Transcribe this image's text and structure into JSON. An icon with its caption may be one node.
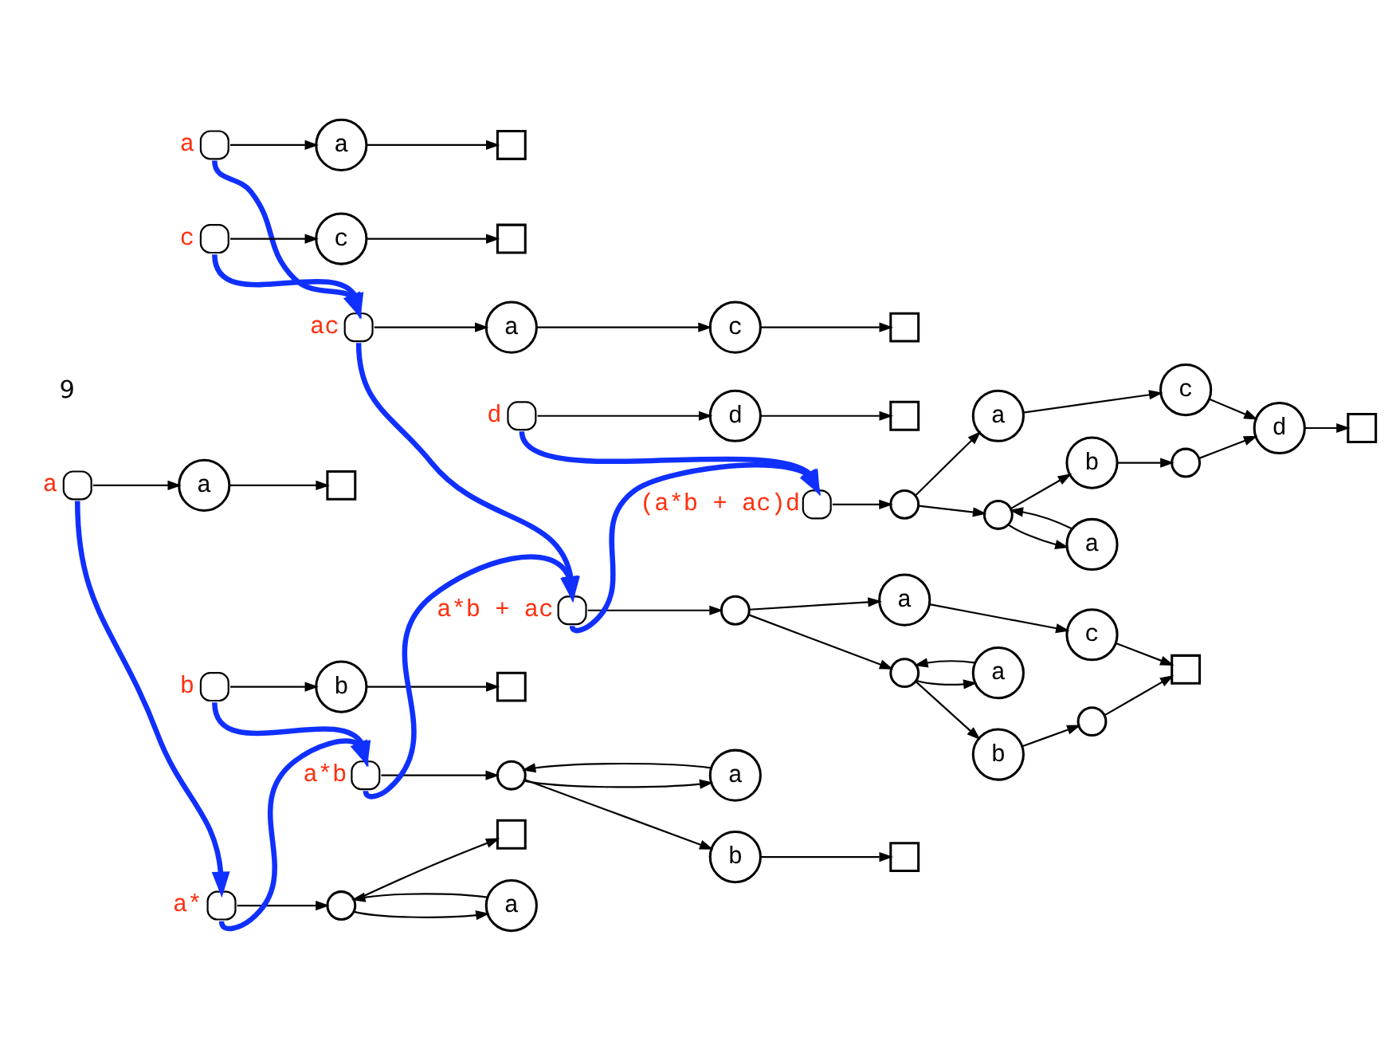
{
  "diagram": {
    "nodes": [
      {
        "text": [],
        "shape": "circle",
        "beside": [
          "a"
        ]
      },
      {
        "text": [
          "a"
        ]
      },
      {
        "text": [],
        "shape": "box"
      },
      {
        "text": [],
        "shape": "circle",
        "beside": [
          "c"
        ]
      },
      {
        "text": [
          "c"
        ]
      },
      {
        "text": [],
        "shape": "box"
      },
      {
        "text": [],
        "shape": "circle",
        "beside": [
          "ac"
        ]
      },
      {
        "text": [
          "a"
        ]
      },
      {
        "text": [
          "c"
        ]
      },
      {
        "text": [],
        "shape": "box"
      },
      {
        "text": [],
        "shape": "circle",
        "beside": [
          "a"
        ]
      },
      {
        "text": [
          "a"
        ]
      },
      {
        "text": [],
        "shape": "box"
      },
      {
        "text": [],
        "shape": "circle",
        "beside": [
          "a*"
        ]
      },
      {
        "text": [
          "a"
        ]
      },
      {
        "text": [],
        "shape": "circle"
      },
      {
        "text": [],
        "shape": "box"
      },
      {
        "text": [],
        "shape": "circle",
        "beside": [
          "b"
        ]
      },
      {
        "text": [
          "b"
        ]
      },
      {
        "text": [],
        "shape": "box"
      },
      {
        "text": [],
        "shape": "circle",
        "beside": [
          "a*b"
        ]
      },
      {
        "text": [
          "a"
        ]
      },
      {
        "text": [],
        "shape": "circle"
      },
      {
        "text": [
          "b"
        ]
      },
      {
        "text": [],
        "shape": "box"
      },
      {
        "text": [],
        "shape": "circle",
        "beside": [
          "a*b + ac"
        ]
      },
      {
        "text": [],
        "shape": "circle"
      },
      {
        "text": [
          "a"
        ]
      },
      {
        "text": [
          "c"
        ]
      },
      {
        "text": [],
        "shape": "box"
      },
      {
        "text": [
          "a"
        ]
      },
      {
        "text": [],
        "shape": "circle"
      },
      {
        "text": [
          "b"
        ]
      },
      {
        "text": [],
        "shape": "circle"
      },
      {
        "text": [],
        "shape": "circle",
        "beside": [
          "d"
        ]
      },
      {
        "text": [
          "d"
        ]
      },
      {
        "text": [],
        "shape": "box"
      },
      {
        "text": [],
        "shape": "circle",
        "beside": [
          "(a*b + ac)d"
        ]
      },
      {
        "text": [],
        "shape": "circle"
      },
      {
        "text": [
          "a"
        ]
      },
      {
        "text": [
          "c"
        ]
      },
      {
        "text": [
          "d"
        ]
      },
      {
        "text": [],
        "shape": "box"
      },
      {
        "text": [
          "a"
        ]
      },
      {
        "text": [],
        "shape": "circle"
      },
      {
        "text": [
          "b"
        ]
      },
      {
        "text": [],
        "shape": "circle"
      }
    ],
    "edges": [
      {
        "from": 0,
        "to": 1,
        "arrow": "to"
      },
      {
        "from": 1,
        "to": 2,
        "arrow": "to"
      },
      {
        "from": 3,
        "to": 4,
        "arrow": "to"
      },
      {
        "from": 4,
        "to": 5,
        "arrow": "to"
      },
      {
        "from": 6,
        "to": 7,
        "arrow": "to"
      },
      {
        "from": 7,
        "to": 8,
        "arrow": "to"
      },
      {
        "from": 8,
        "to": 9,
        "arrow": "to"
      },
      {
        "from": 10,
        "to": 11,
        "arrow": "to"
      },
      {
        "from": 11,
        "to": 12,
        "arrow": "to"
      },
      {
        "from": 13,
        "to": 15,
        "arrow": "to"
      },
      {
        "from": 14,
        "to": 15,
        "arrow": "to"
      },
      {
        "from": 15,
        "to": 16,
        "arrow": "to"
      },
      {
        "from": 15,
        "to": 14,
        "arrow": "to"
      },
      {
        "from": 17,
        "to": 18,
        "arrow": "to"
      },
      {
        "from": 18,
        "to": 19,
        "arrow": "to"
      },
      {
        "from": 20,
        "to": 22,
        "arrow": "to"
      },
      {
        "from": 21,
        "to": 22,
        "arrow": "to"
      },
      {
        "from": 22,
        "to": 21,
        "arrow": "to"
      },
      {
        "from": 22,
        "to": 23,
        "arrow": "to"
      },
      {
        "from": 23,
        "to": 24,
        "arrow": "to"
      },
      {
        "from": 25,
        "to": 26,
        "arrow": "to"
      },
      {
        "from": 26,
        "to": 27,
        "arrow": "to"
      },
      {
        "from": 27,
        "to": 28,
        "arrow": "to"
      },
      {
        "from": 28,
        "to": 29,
        "arrow": "to"
      },
      {
        "from": 26,
        "to": 31,
        "arrow": "to"
      },
      {
        "from": 30,
        "to": 31,
        "arrow": "to"
      },
      {
        "from": 31,
        "to": 30,
        "arrow": "to"
      },
      {
        "from": 31,
        "to": 32,
        "arrow": "to"
      },
      {
        "from": 32,
        "to": 33,
        "arrow": "to"
      },
      {
        "from": 33,
        "to": 29,
        "arrow": "to"
      },
      {
        "from": 34,
        "to": 35,
        "arrow": "to"
      },
      {
        "from": 35,
        "to": 36,
        "arrow": "to"
      },
      {
        "from": 37,
        "to": 38,
        "arrow": "to"
      },
      {
        "from": 38,
        "to": 39,
        "arrow": "to"
      },
      {
        "from": 39,
        "to": 40,
        "arrow": "to"
      },
      {
        "from": 40,
        "to": 41,
        "arrow": "to"
      },
      {
        "from": 41,
        "to": 42,
        "arrow": "to"
      },
      {
        "from": 38,
        "to": 44,
        "arrow": "to"
      },
      {
        "from": 43,
        "to": 44,
        "arrow": "to"
      },
      {
        "from": 44,
        "to": 43,
        "arrow": "to"
      },
      {
        "from": 44,
        "to": 45,
        "arrow": "to"
      },
      {
        "from": 45,
        "to": 46,
        "arrow": "to"
      },
      {
        "from": 46,
        "to": 41,
        "arrow": "to"
      },
      {
        "from": 0,
        "to": 6,
        "arrow": "to",
        "style": "thick",
        "color": "#1030ff"
      },
      {
        "from": 3,
        "to": 6,
        "arrow": "to",
        "style": "thick",
        "color": "#1030ff"
      },
      {
        "from": 10,
        "to": 13,
        "arrow": "to",
        "style": "thick",
        "color": "#1030ff"
      },
      {
        "from": 13,
        "to": 20,
        "arrow": "to",
        "style": "thick",
        "color": "#1030ff"
      },
      {
        "from": 17,
        "to": 20,
        "arrow": "to",
        "style": "thick",
        "color": "#1030ff"
      },
      {
        "from": 6,
        "to": 25,
        "arrow": "to",
        "style": "thick",
        "color": "#1030ff"
      },
      {
        "from": 20,
        "to": 25,
        "arrow": "to",
        "style": "thick",
        "color": "#1030ff"
      },
      {
        "from": 25,
        "to": 37,
        "arrow": "to",
        "style": "thick",
        "color": "#1030ff"
      },
      {
        "from": 34,
        "to": 37,
        "arrow": "to",
        "style": "thick",
        "color": "#1030ff"
      }
    ],
    "labels": [
      "9"
    ]
  }
}
